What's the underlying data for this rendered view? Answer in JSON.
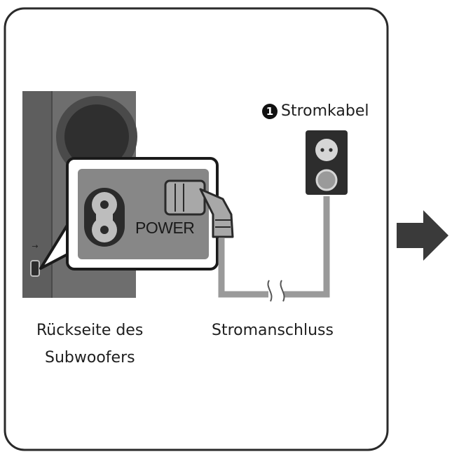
{
  "step_number": "1",
  "labels": {
    "power_cord": "Stromkabel",
    "power_port": "POWER",
    "subwoofer_rear_line1": "Rückseite des",
    "subwoofer_rear_line2": "Subwoofers",
    "power_outlet": "Stromanschluss"
  },
  "icons": {
    "socket": "power-socket-icon",
    "arrow": "next-step-arrow-icon",
    "break": "cable-break-icon"
  },
  "colors": {
    "frame": "#2a2a2a",
    "subwoofer_body": "#6d6d6d",
    "subwoofer_dark": "#3c3c3c",
    "callout_panel": "#888888",
    "cable": "#9a9a9a",
    "arrow": "#3a3a3a"
  }
}
